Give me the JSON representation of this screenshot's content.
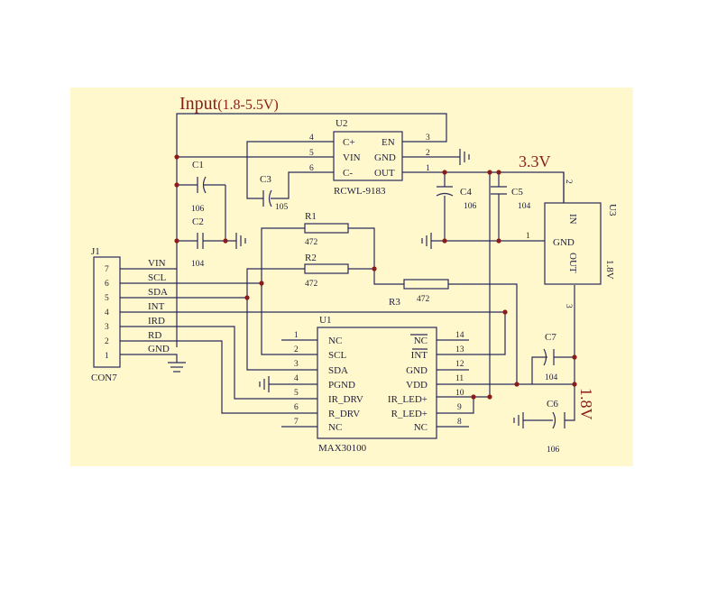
{
  "colors": {
    "paper": "#fff8cc",
    "wire": "#2a2a5c",
    "label": "#8b1c1c"
  },
  "input_label": "Input",
  "input_range": "(1.8-5.5V)",
  "v33_label": "3.3V",
  "v18_label": "1.8V",
  "j1": {
    "ref": "J1",
    "name": "CON7",
    "pins": [
      "7",
      "6",
      "5",
      "4",
      "3",
      "2",
      "1"
    ],
    "nets": [
      "VIN",
      "SCL",
      "SDA",
      "INT",
      "IRD",
      "RD",
      "GND"
    ]
  },
  "u2": {
    "ref": "U2",
    "name": "RCWL-9183",
    "left_pins": [
      {
        "num": "4",
        "name": "C+"
      },
      {
        "num": "5",
        "name": "VIN"
      },
      {
        "num": "6",
        "name": "C-"
      }
    ],
    "right_pins": [
      {
        "num": "3",
        "name": "EN"
      },
      {
        "num": "2",
        "name": "GND"
      },
      {
        "num": "1",
        "name": "OUT"
      }
    ]
  },
  "u3": {
    "ref": "U3",
    "pins": {
      "in": "IN",
      "gnd": "GND",
      "out": "OUT"
    },
    "pin_nums": {
      "in": "2",
      "gnd": "1",
      "out": "3"
    },
    "out_voltage": "1.8V"
  },
  "u1": {
    "ref": "U1",
    "name": "MAX30100",
    "left_pins": [
      {
        "num": "1",
        "name": "NC"
      },
      {
        "num": "2",
        "name": "SCL"
      },
      {
        "num": "3",
        "name": "SDA"
      },
      {
        "num": "4",
        "name": "PGND"
      },
      {
        "num": "5",
        "name": "IR_DRV"
      },
      {
        "num": "6",
        "name": "R_DRV"
      },
      {
        "num": "7",
        "name": "NC"
      }
    ],
    "right_pins": [
      {
        "num": "14",
        "name": "NC"
      },
      {
        "num": "13",
        "name": "INT"
      },
      {
        "num": "12",
        "name": "GND"
      },
      {
        "num": "11",
        "name": "VDD"
      },
      {
        "num": "10",
        "name": "IR_LED+"
      },
      {
        "num": "9",
        "name": "R_LED+"
      },
      {
        "num": "8",
        "name": "NC"
      }
    ]
  },
  "capacitors": {
    "c1": {
      "ref": "C1",
      "value": "106"
    },
    "c2": {
      "ref": "C2",
      "value": "104"
    },
    "c3": {
      "ref": "C3",
      "value": "105"
    },
    "c4": {
      "ref": "C4",
      "value": "106"
    },
    "c5": {
      "ref": "C5",
      "value": "104"
    },
    "c6": {
      "ref": "C6",
      "value": "106"
    },
    "c7": {
      "ref": "C7",
      "value": "104"
    }
  },
  "resistors": {
    "r1": {
      "ref": "R1",
      "value": "472"
    },
    "r2": {
      "ref": "R2",
      "value": "472"
    },
    "r3": {
      "ref": "R3",
      "value": "472"
    }
  }
}
